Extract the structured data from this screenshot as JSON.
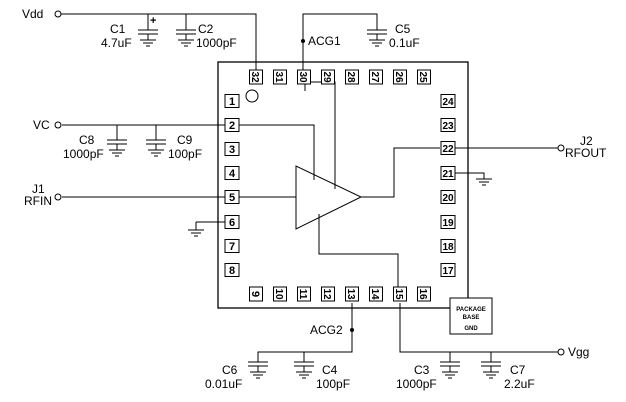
{
  "labels": {
    "vdd": "Vdd",
    "vc": "VC",
    "j1": "J1",
    "rfin": "RFIN",
    "j2": "J2",
    "rfout": "RFOUT",
    "acg1": "ACG1",
    "acg2": "ACG2",
    "vgg": "Vgg"
  },
  "caps": {
    "c1": {
      "ref": "C1",
      "value": "4.7uF"
    },
    "c2": {
      "ref": "C2",
      "value": "1000pF"
    },
    "c5": {
      "ref": "C5",
      "value": "0.1uF"
    },
    "c8": {
      "ref": "C8",
      "value": "1000pF"
    },
    "c9": {
      "ref": "C9",
      "value": "100pF"
    },
    "c6": {
      "ref": "C6",
      "value": "0.01uF"
    },
    "c4": {
      "ref": "C4",
      "value": "100pF"
    },
    "c3": {
      "ref": "C3",
      "value": "1000pF"
    },
    "c7": {
      "ref": "C7",
      "value": "2.2uF"
    }
  },
  "polarity_mark": "+",
  "package_base": {
    "line1": "PACKAGE",
    "line2": "BASE",
    "line3": "GND"
  },
  "pins": [
    "1",
    "2",
    "3",
    "4",
    "5",
    "6",
    "7",
    "8",
    "9",
    "10",
    "11",
    "12",
    "13",
    "14",
    "15",
    "16",
    "17",
    "18",
    "19",
    "20",
    "21",
    "22",
    "23",
    "24",
    "25",
    "26",
    "27",
    "28",
    "29",
    "30",
    "31",
    "32"
  ]
}
